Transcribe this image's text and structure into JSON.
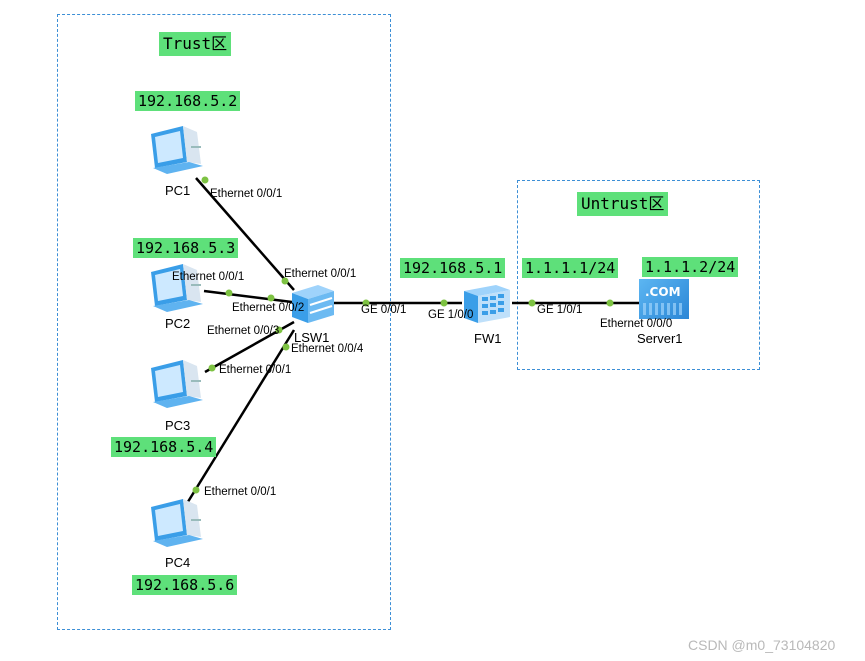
{
  "zones": {
    "trust": "Trust区",
    "untrust": "Untrust区"
  },
  "devices": {
    "pc1": {
      "name": "PC1",
      "ip": "192.168.5.2"
    },
    "pc2": {
      "name": "PC2",
      "ip": "192.168.5.3"
    },
    "pc3": {
      "name": "PC3",
      "ip": "192.168.5.4"
    },
    "pc4": {
      "name": "PC4",
      "ip": "192.168.5.6"
    },
    "lsw1": {
      "name": "LSW1"
    },
    "fw1": {
      "name": "FW1",
      "ip": "192.168.5.1"
    },
    "server1": {
      "name": "Server1",
      "ip": "1.1.1.2/24",
      "badge": ".COM"
    }
  },
  "ports": {
    "pc1_e001": "Ethernet 0/0/1",
    "lsw_e001": "Ethernet 0/0/1",
    "pc2_e001": "Ethernet 0/0/1",
    "lsw_e002": "Ethernet 0/0/2",
    "lsw_e003": "Ethernet 0/0/3",
    "lsw_e004": "Ethernet 0/0/4",
    "pc3_e001": "Ethernet 0/0/1",
    "pc4_e001": "Ethernet 0/0/1",
    "lsw_ge001": "GE 0/0/1",
    "fw_ge100": "GE 1/0/0",
    "fw_ge101": "GE 1/0/1",
    "server_e000": "Ethernet 0/0/0"
  },
  "fw_ge101_ip": "1.1.1.1/24",
  "watermark": "CSDN @m0_73104820",
  "colors": {
    "zone_border": "#3d8fd6",
    "label_bg": "#5ee07a",
    "link": "#000000",
    "port_dot": "#7dc242",
    "device_blue": "#3a9ee8"
  }
}
